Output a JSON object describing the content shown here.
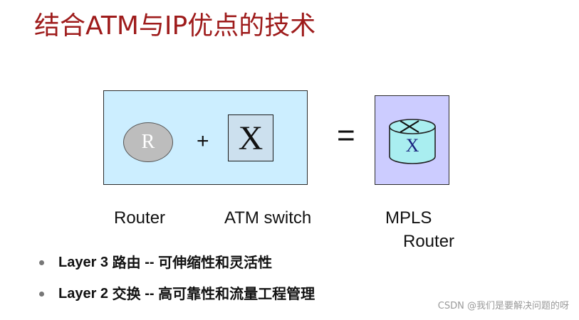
{
  "title": "结合ATM与IP优点的技术",
  "diagram": {
    "router_symbol": "R",
    "plus": "+",
    "switch_symbol": "X",
    "equals": "=",
    "mpls_symbol": "X",
    "labels": {
      "router": "Router",
      "atm_switch": "ATM switch",
      "mpls_line1": "MPLS",
      "mpls_line2": "Router"
    },
    "colors": {
      "left_box": "#cceeff",
      "right_box": "#ccccff",
      "router": "#bdbdbd",
      "cylinder": "#a9eef0",
      "title": "#9e1b1b"
    }
  },
  "bullets": [
    {
      "prefix": "Layer 3",
      "term": "路由",
      "sep": "--",
      "desc": "可伸缩性和灵活性"
    },
    {
      "prefix": "Layer 2",
      "term": "交换",
      "sep": "--",
      "desc": "高可靠性和流量工程管理"
    }
  ],
  "watermark": "CSDN @我们是要解决问题的呀"
}
